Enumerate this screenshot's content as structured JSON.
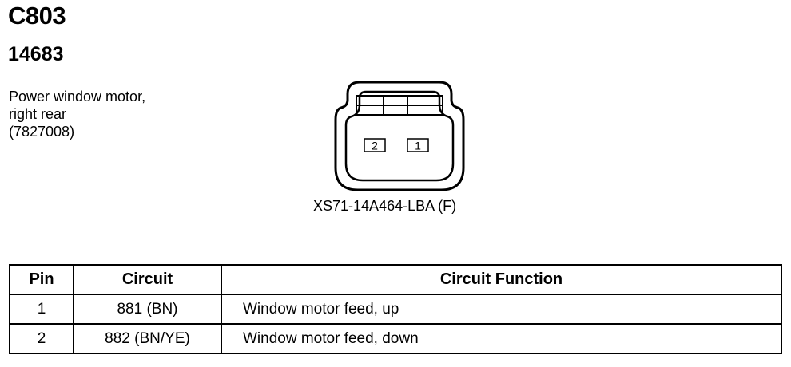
{
  "connector": {
    "id": "C803",
    "part_number": "14683",
    "description": [
      "Power window motor,",
      "right rear",
      "(7827008)"
    ],
    "label": "XS71-14A464-LBA (F)",
    "cavities": [
      {
        "pin": "2"
      },
      {
        "pin": "1"
      }
    ]
  },
  "table": {
    "headers": {
      "pin": "Pin",
      "circuit": "Circuit",
      "function": "Circuit Function"
    },
    "rows": [
      {
        "pin": "1",
        "circuit": "881 (BN)",
        "function": "Window motor feed, up"
      },
      {
        "pin": "2",
        "circuit": "882 (BN/YE)",
        "function": "Window motor feed, down"
      }
    ]
  }
}
